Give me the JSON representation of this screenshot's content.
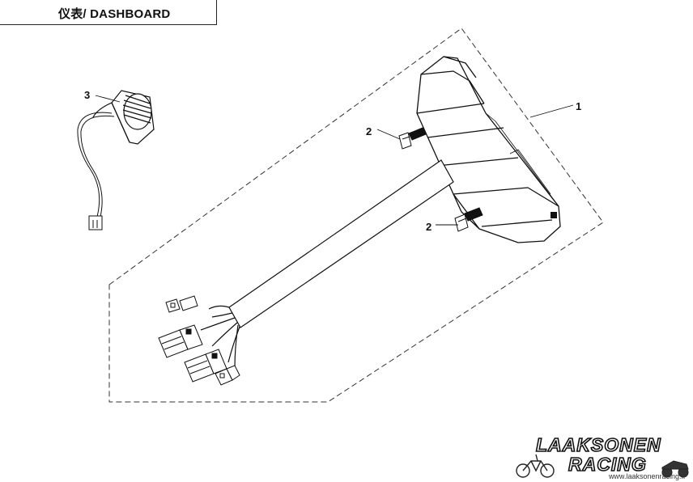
{
  "title": "仪表/ DASHBOARD",
  "callouts": {
    "c1": "1",
    "c2a": "2",
    "c2b": "2",
    "c3": "3"
  },
  "logo": {
    "line1": "LAAKSONEN",
    "line2": "RACING",
    "url": "www.laaksonenracing.fi"
  }
}
